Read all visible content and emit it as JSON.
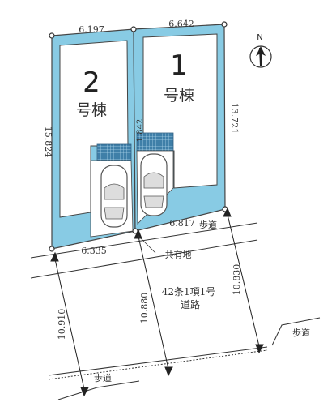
{
  "lots": [
    {
      "number": "2",
      "label": "号棟"
    },
    {
      "number": "1",
      "label": "号棟"
    }
  ],
  "dimensions": {
    "lot2_top": "6.197",
    "lot1_top": "6.642",
    "lot2_left": "15.824",
    "lot1_right": "13.721",
    "lot2_bottom": "6.335",
    "lot1_bottom": "6.817",
    "driveway_width": "1.842",
    "road_left": "10.910",
    "road_middle": "10.880",
    "road_right": "10.830"
  },
  "labels": {
    "shared_land": "共有地",
    "road_line1": "42条1項1号",
    "road_line2": "道路",
    "sidewalk_top": "歩道",
    "sidewalk_right": "歩道",
    "sidewalk_bottom": "歩道"
  },
  "compass": {
    "label": "N"
  },
  "colors": {
    "lot_fill": "#88cbe4",
    "building_fill": "#ffffff",
    "parking_fill": "#4a87b0",
    "line": "#444444"
  }
}
